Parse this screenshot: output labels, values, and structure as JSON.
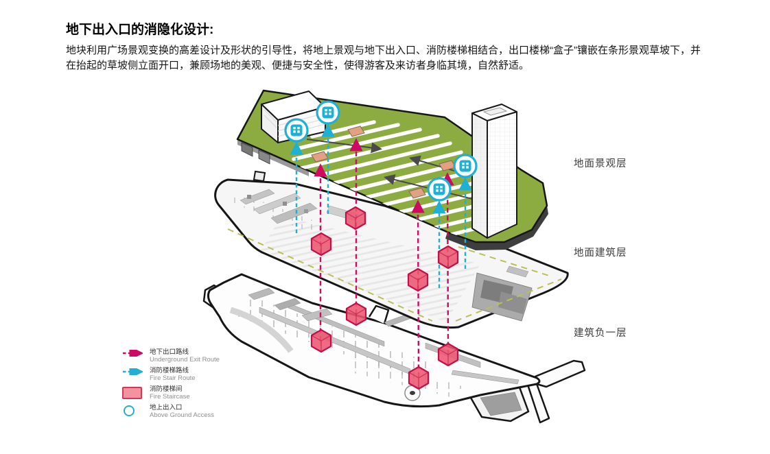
{
  "header": {
    "title": "地下出入口的消隐化设计:",
    "body_line1": "地块利用广场景观变换的高差设计及形状的引导性，将地上景观与地下出入口、消防楼梯相结合，出口楼梯“盒子”镶嵌在条形景观草坡下，并",
    "body_line2": "在抬起的草坡侧立面开口，兼顾场地的美观、便捷与安全性，使得游客及来访者身临其境，自然舒适。"
  },
  "layers": [
    {
      "id": "landscape",
      "label": "地面景观层"
    },
    {
      "id": "ground",
      "label": "地面建筑层"
    },
    {
      "id": "basement",
      "label": "建筑负一层"
    }
  ],
  "legend": [
    {
      "symbol": "magenta-dashed-arrow",
      "zh": "地下出口路线",
      "en": "Underground Exit Route"
    },
    {
      "symbol": "cyan-dashed-arrow",
      "zh": "消防楼梯路线",
      "en": "Fire Stair Route"
    },
    {
      "symbol": "red-box",
      "zh": "消防楼梯间",
      "en": "Fire Staircase"
    },
    {
      "symbol": "cyan-circle",
      "zh": "地上出入口",
      "en": "Above Ground Access"
    }
  ],
  "colors": {
    "underground_exit_route": "#CE0A62",
    "fire_stair_route": "#1FB0D4",
    "fire_staircase_fill": "#EC5870",
    "fire_staircase_stroke": "#C21049",
    "landscape_green": "#8CAB40",
    "exit_box_tan": "#E2A182",
    "outline_black": "#161616"
  }
}
